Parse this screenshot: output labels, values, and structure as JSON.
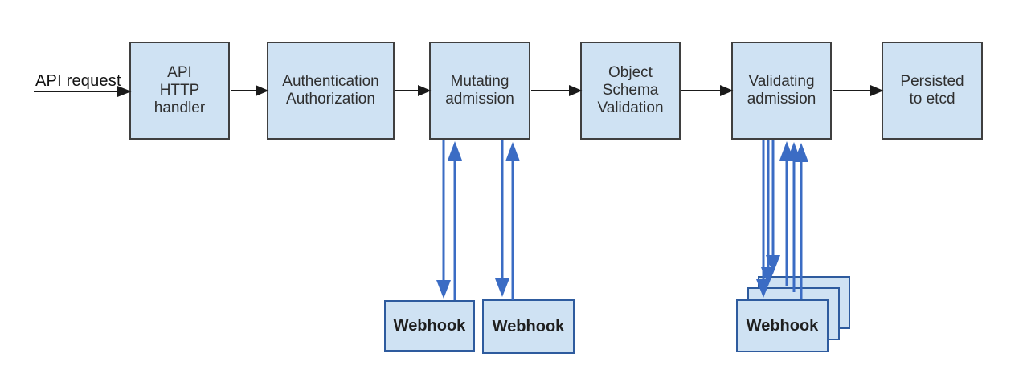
{
  "diagram": {
    "description": "API request admission flow with mutating and validating admission webhooks",
    "request_label": "API request",
    "pipeline": [
      {
        "id": "api-http-handler",
        "label": "API\nHTTP\nhandler"
      },
      {
        "id": "authentication-authorization",
        "label": "Authentication\nAuthorization"
      },
      {
        "id": "mutating-admission",
        "label": "Mutating\nadmission"
      },
      {
        "id": "object-schema-validation",
        "label": "Object\nSchema\nValidation"
      },
      {
        "id": "validating-admission",
        "label": "Validating\nadmission"
      },
      {
        "id": "persisted-to-etcd",
        "label": "Persisted\nto etcd"
      }
    ],
    "webhooks": {
      "mutating": [
        {
          "label": "Webhook"
        },
        {
          "label": "Webhook"
        }
      ],
      "validating": {
        "stack_count": 3,
        "front_label": "Webhook"
      }
    },
    "colors": {
      "box_fill": "#cfe2f3",
      "box_border": "#3f3f3f",
      "webhook_border": "#2e5b9e",
      "flow_arrow": "#1a1a1a",
      "webhook_arrow": "#3b6cc4",
      "background": "#ffffff"
    }
  }
}
